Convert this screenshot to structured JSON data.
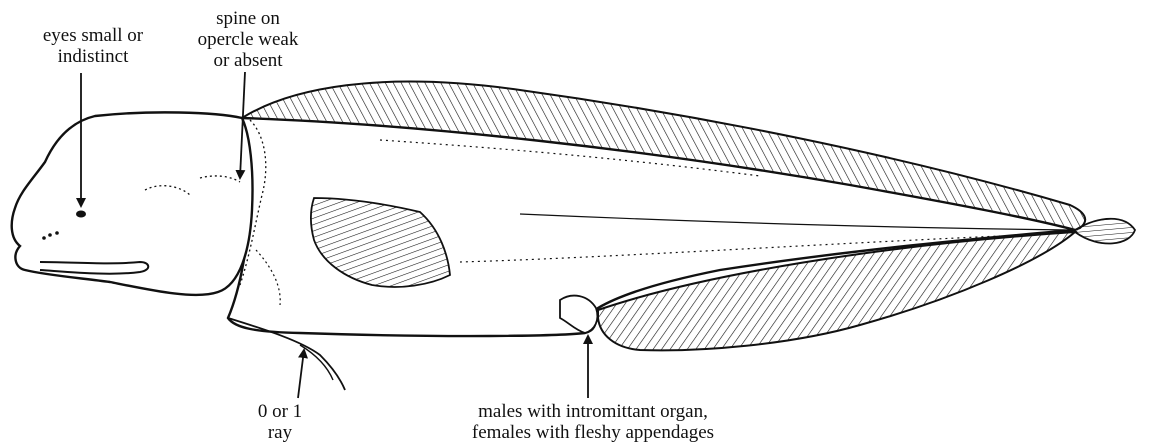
{
  "labels": {
    "eyes": [
      "eyes small or",
      "indistinct"
    ],
    "spine": [
      "spine on",
      "opercle weak",
      "or absent"
    ],
    "ray": [
      "0 or 1",
      "ray"
    ],
    "organ": [
      "males with intromittant organ,",
      "females with fleshy appendages"
    ]
  },
  "colors": {
    "ink": "#111111",
    "background": "#ffffff"
  }
}
